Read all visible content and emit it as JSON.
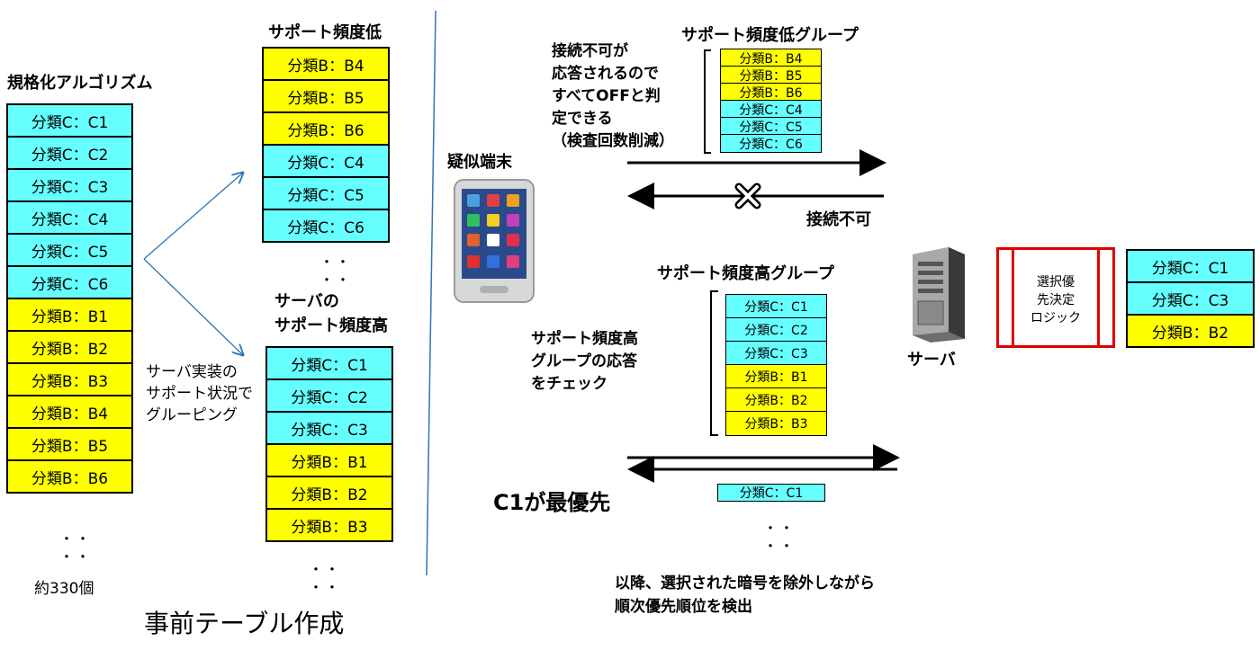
{
  "left": {
    "title": "規格化アルゴリズム",
    "items": [
      "分類C：C1",
      "分類C：C2",
      "分類C：C3",
      "分類C：C4",
      "分類C：C5",
      "分類C：C6",
      "分類B：B1",
      "分類B：B2",
      "分類B：B3",
      "分類B：B4",
      "分類B：B5",
      "分類B：B6"
    ],
    "dots": "・・\n・・",
    "count": "約330個"
  },
  "grouping_note": "サーバ実装の\nサポート状況で\nグルーピング",
  "low_list": {
    "title": "サポート頻度低",
    "items": [
      "分類B：B4",
      "分類B：B5",
      "分類B：B6",
      "分類C：C4",
      "分類C：C5",
      "分類C：C6"
    ],
    "dots": "・・\n・・"
  },
  "high_list": {
    "title": "サーバの\nサポート頻度高",
    "items": [
      "分類C：C1",
      "分類C：C2",
      "分類C：C3",
      "分類B：B1",
      "分類B：B2",
      "分類B：B3"
    ],
    "dots": "・・\n・・"
  },
  "footer_left": "事前テーブル作成",
  "terminal_label": "疑似端末",
  "server_label": "サーバ",
  "low_group": {
    "title": "サポート頻度低グループ",
    "items": [
      "分類B：B4",
      "分類B：B5",
      "分類B：B6",
      "分類C：C4",
      "分類C：C5",
      "分類C：C6"
    ],
    "note": "接続不可が\n応答されるので\nすべてOFFと判\n定できる\n（検査回数削減）",
    "refused": "接続不可"
  },
  "high_group": {
    "title": "サポート頻度高グループ",
    "items": [
      "分類C：C1",
      "分類C：C2",
      "分類C：C3",
      "分類B：B1",
      "分類B：B2",
      "分類B：B3"
    ],
    "note": "サポート頻度高\nグループの応答\nをチェック"
  },
  "response_item": "分類C：C1",
  "priority_text": "C1が最優先",
  "right_dots": "・・\n・・",
  "footer_right": "以降、選択された暗号を除外しながら\n順次優先順位を検出",
  "logic_label": "選択優\n先決定\nロジック",
  "result_items": [
    "分類C：C1",
    "分類C：C3",
    "分類B：B2"
  ],
  "colors": {
    "cyan": "#66ffff",
    "yellow": "#ffff00",
    "logic_border": "#e00000",
    "arrow_blue": "#2e75b6"
  },
  "icons": [
    "smartphone-icon",
    "server-icon",
    "cross-icon"
  ]
}
